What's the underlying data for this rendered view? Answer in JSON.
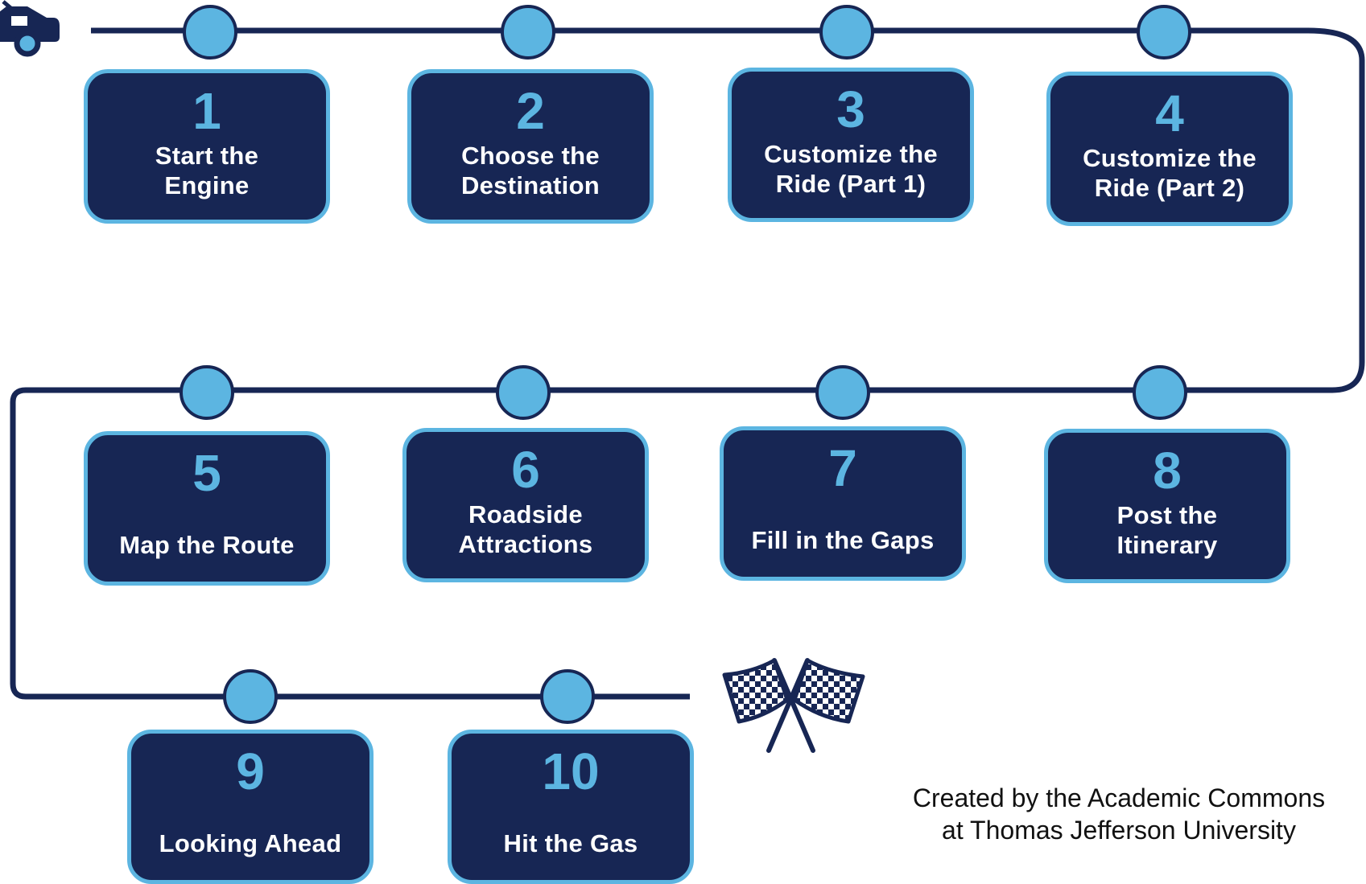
{
  "steps": [
    {
      "number": "1",
      "label": [
        "Start the",
        "Engine"
      ]
    },
    {
      "number": "2",
      "label": [
        "Choose the",
        "Destination"
      ]
    },
    {
      "number": "3",
      "label": [
        "Customize the",
        "Ride (Part 1)"
      ]
    },
    {
      "number": "4",
      "label": [
        "Customize the",
        "Ride (Part 2)"
      ]
    },
    {
      "number": "5",
      "label": [
        "Map the Route"
      ]
    },
    {
      "number": "6",
      "label": [
        "Roadside",
        "Attractions"
      ]
    },
    {
      "number": "7",
      "label": [
        "Fill in the Gaps"
      ]
    },
    {
      "number": "8",
      "label": [
        "Post the",
        "Itinerary"
      ]
    },
    {
      "number": "9",
      "label": [
        "Looking Ahead"
      ]
    },
    {
      "number": "10",
      "label": [
        "Hit the Gas"
      ]
    }
  ],
  "credit": {
    "line1": "Created by the Academic Commons",
    "line2": "at Thomas Jefferson University"
  },
  "icons": {
    "start": "car-icon",
    "finish": "checkered-flags-icon"
  },
  "colors": {
    "box_fill": "#172654",
    "accent": "#5cb5e1",
    "road": "#172654"
  }
}
